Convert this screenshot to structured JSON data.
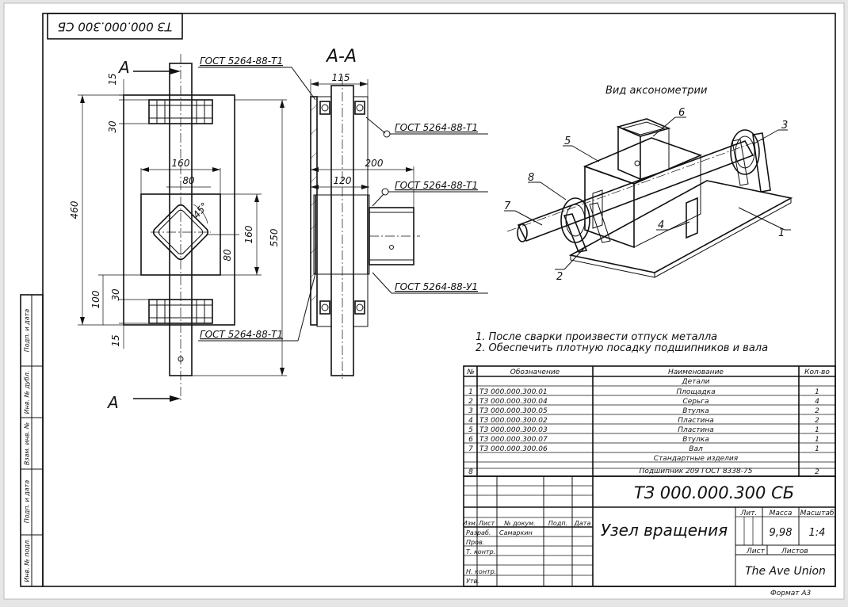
{
  "corner_stamp": "ТЗ 000.000.300 СБ",
  "section_label": "А-А",
  "cut_mark": "А",
  "weld_standards": {
    "top": "ГОСТ 5264-88-Т1",
    "right_upper": "ГОСТ 5264-88-Т1",
    "right_middle": "ГОСТ 5264-88-Т1",
    "right_lower": "ГОСТ 5264-88-У1",
    "left_lower": "ГОСТ 5264-88-Т1"
  },
  "dimensions": {
    "d15_top": "15",
    "d30_top": "30",
    "d160_h": "160",
    "d80_h": "80",
    "angle": "45°",
    "d460": "460",
    "d160_v": "160",
    "d80_v": "80",
    "d550": "550",
    "d100": "100",
    "d30_bottom": "30",
    "d15_bottom": "15",
    "d115": "115",
    "d200": "200",
    "d120": "120"
  },
  "axonometric": {
    "title": "Вид аксонометрии",
    "callouts": [
      "1",
      "2",
      "3",
      "4",
      "5",
      "6",
      "7",
      "8"
    ]
  },
  "notes": [
    "1. После сварки произвести отпуск металла",
    "2. Обеспечить плотную посадку подшипников и вала"
  ],
  "spec": {
    "headers": {
      "num": "№",
      "designation": "Обозначение",
      "name": "Наименование",
      "qty": "Кол-во"
    },
    "section_parts": "Детали",
    "section_standard": "Стандартные изделия",
    "rows": [
      {
        "num": "1",
        "designation": "ТЗ 000.000.300.01",
        "name": "Площадка",
        "qty": "1"
      },
      {
        "num": "2",
        "designation": "ТЗ 000.000.300.04",
        "name": "Серьга",
        "qty": "4"
      },
      {
        "num": "3",
        "designation": "ТЗ 000.000.300.05",
        "name": "Втулка",
        "qty": "2"
      },
      {
        "num": "4",
        "designation": "ТЗ 000.000.300.02",
        "name": "Пластина",
        "qty": "2"
      },
      {
        "num": "5",
        "designation": "ТЗ 000.000.300.03",
        "name": "Пластина",
        "qty": "1"
      },
      {
        "num": "6",
        "designation": "ТЗ 000.000.300.07",
        "name": "Втулка",
        "qty": "1"
      },
      {
        "num": "7",
        "designation": "ТЗ 000.000.300.06",
        "name": "Вал",
        "qty": "1"
      }
    ],
    "standard_row": {
      "num": "8",
      "designation": "",
      "name": "Подшипник 209 ГОСТ 8338-75",
      "qty": "2"
    }
  },
  "title_block": {
    "document_code": "ТЗ 000.000.300 СБ",
    "product_name": "Узел вращения",
    "organization": "The Ave Union",
    "col_izm": "Изм.",
    "col_list": "Лист",
    "col_doc": "№ докум.",
    "col_sign": "Подп.",
    "col_date": "Дата",
    "role_developer": "Разраб.",
    "developer_name": "Самаркин",
    "role_checked": "Пров.",
    "role_tcontrol": "Т. контр.",
    "role_ncontrol": "Н. контр.",
    "role_approved": "Утв.",
    "lit_label": "Лит.",
    "mass_label": "Масса",
    "scale_label": "Масштаб",
    "mass_value": "9,98",
    "scale_value": "1:4",
    "sheet_label": "Лист",
    "sheets_label": "Листов",
    "format_label": "Формат А3"
  },
  "side_strip": [
    "Подп. и дата",
    "Инв. № дубл.",
    "Взам. инв. №",
    "Подп. и дата",
    "Инв. № подл."
  ]
}
